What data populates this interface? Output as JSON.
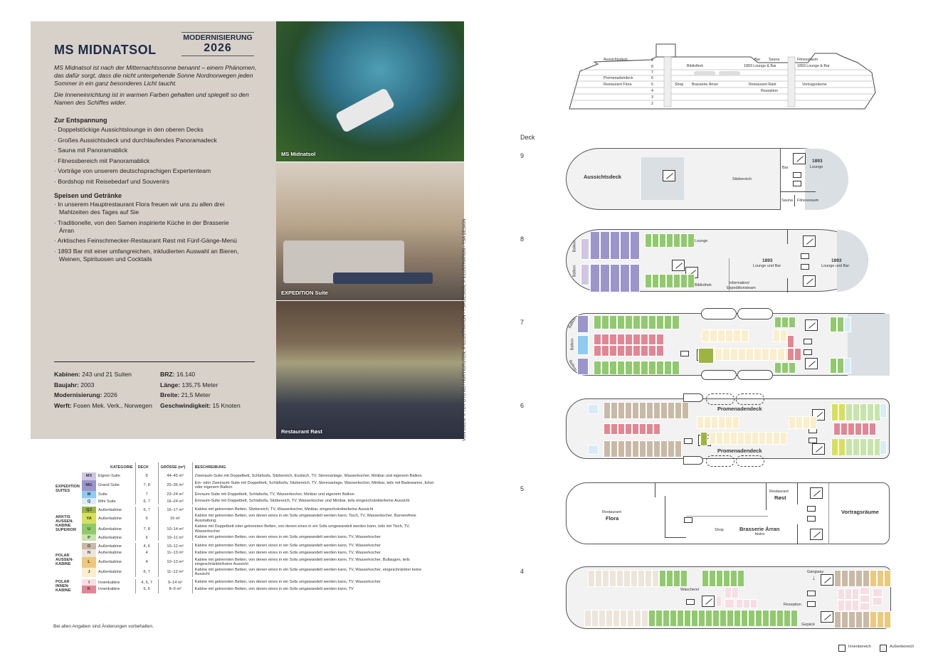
{
  "ship": {
    "title": "MS MIDNATSOL",
    "mod_label": "MODERNISIERUNG",
    "mod_year": "2026",
    "intro1": "MS Midnatsol ist nach der Mitternachtssonne benannt – einem Phänomen, das dafür sorgt, dass die nicht untergehende Sonne Nordnorwegen jeden Sommer in ein ganz besonderes Licht taucht.",
    "intro2": "Die Inneneinrichtung ist in warmen Farben gehalten und spiegelt so den Namen des Schiffes wider.",
    "relax_heading": "Zur Entspannung",
    "relax": [
      "Doppelstöckige Aussichtslounge in den oberen Decks",
      "Großes Aussichtsdeck und durchlaufendes Panoramadeck",
      "Sauna mit Panoramablick",
      "Fitnessbereich mit Panoramablick",
      "Vorträge von unserem deutschsprachigen Expertenteam",
      "Bordshop mit Reisebedarf und Souvenirs"
    ],
    "food_heading": "Speisen und Getränke",
    "food": [
      "In unserem Hauptrestaurant Flora freuen wir uns zu allen drei Mahlzeiten des Tages auf Sie",
      "Traditionelle, von den Samen inspirierte Küche in der Brasserie Árran",
      "Arktisches Feinschmecker-Restaurant Røst mit Fünf-Gänge-Menü",
      "1893 Bar mit einer umfangreichen, inkludierten Auswahl an Bieren, Weinen, Spirituosen und Cocktails"
    ],
    "facts_left": [
      {
        "k": "Kabinen:",
        "v": " 243 und 21 Suiten"
      },
      {
        "k": "Baujahr:",
        "v": " 2003"
      },
      {
        "k": "Modernisierung:",
        "v": " 2026"
      },
      {
        "k": "Werft:",
        "v": " Fosen Mek. Verk., Norwegen"
      }
    ],
    "facts_right": [
      {
        "k": "BRZ:",
        "v": " 16.140"
      },
      {
        "k": "Länge:",
        "v": " 135,75 Meter"
      },
      {
        "k": "Breite:",
        "v": " 21,5 Meter"
      },
      {
        "k": "Geschwindigkeit:",
        "v": " 15 Knoten"
      }
    ]
  },
  "photos": {
    "p1": "MS Midnatsol",
    "p2": "EXPEDITION Suite",
    "p3": "Restaurant Røst",
    "credit": "VON OBEN: © TD-FOTO AS / HURTIGRUTEN; © ILLUSTRATION - YSA DESIGN; © ILLUSTRATION - YSA DESIGN"
  },
  "table": {
    "headers": [
      "KATEGORIE",
      "DECK",
      "GRÖSSE (m²)",
      "BESCHREIBUNG"
    ],
    "groups": [
      "EXPEDITION SUITES",
      "ARKTIS AUSSEN-KABINE SUPERIOR",
      "POLAR AUSSEN-KABINE",
      "POLAR INNEN-KABINE"
    ],
    "rows": [
      {
        "code": "MX",
        "color": "#cfc7e2",
        "name": "Eigner-Suite",
        "deck": "8",
        "size": "44–45 m²",
        "desc": "Zweiraum-Suite mit Doppelbett, Schlafsofa, Sitzbereich, Esstisch, TV, Stereoanlage, Wasserkocher, Minibar und eigenem Balkon"
      },
      {
        "code": "MG",
        "color": "#9c95cb",
        "name": "Grand Suite",
        "deck": "7, 8",
        "size": "25–36 m²",
        "desc": "Ein- oder Zweiraum-Suite mit Doppelbett, Schlafsofa, Sitzbereich, TV, Stereoanlage, Wasserkocher, Minibar, teils mit Badewanne, Erker oder eigenem Balkon"
      },
      {
        "code": "M",
        "color": "#8fcaf0",
        "name": "Suite",
        "deck": "7",
        "size": "23–24 m²",
        "desc": "Einraum-Suite mit Doppelbett, Schlafsofa, TV, Wasserkocher, Minibar und eigenem Balkon"
      },
      {
        "code": "Q",
        "color": "#d8ebf8",
        "name": "Mini Suite",
        "deck": "6, 7",
        "size": "16–24 m²",
        "desc": "Einraum-Suite mit Doppelbett, Schlafsofa, Sitzbereich, TV, Wasserkocher und Minibar, teils eingeschränkte/keine Aussicht"
      },
      {
        "code": "QJ",
        "color": "#9db441",
        "name": "Außenkabine",
        "deck": "6, 7",
        "size": "16–17 m²",
        "desc": "Kabine mit getrennten Betten, Sitzbereich, TV, Wasserkocher, Minibar, eingeschränkte/keine Aussicht"
      },
      {
        "code": "YA",
        "color": "#d7e05d",
        "name": "Außenkabine",
        "deck": "6",
        "size": "16 m²",
        "desc": "Kabine mit getrennten Betten, von denen eines in ein Sofa umgewandelt werden kann, Tisch, TV, Wasserkocher. Barrierefreie Ausstattung."
      },
      {
        "code": "U",
        "color": "#90ca6d",
        "name": "Außenkabine",
        "deck": "7, 8",
        "size": "10–14 m²",
        "desc": "Kabine mit Doppelbett oder getrennten Betten, von denen eines in ein Sofa umgewandelt werden kann, teils mit Tisch, TV, Wasserkocher"
      },
      {
        "code": "P",
        "color": "#c7e4aa",
        "name": "Außenkabine",
        "deck": "6",
        "size": "10–11 m²",
        "desc": "Kabine mit getrennten Betten, von denen eines in ein Sofa umgewandelt werden kann, TV, Wasserkocher"
      },
      {
        "code": "O",
        "color": "#c9b9a6",
        "name": "Außenkabine",
        "deck": "4, 6",
        "size": "10–12 m²",
        "desc": "Kabine mit getrennten Betten, von denen eines in ein Sofa umgewandelt werden kann, TV, Wasserkocher"
      },
      {
        "code": "N",
        "color": "#ede5db",
        "name": "Außenkabine",
        "deck": "4",
        "size": "11–13 m²",
        "desc": "Kabine mit getrennten Betten, von denen eines in ein Sofa umgewandelt werden kann, TV, Wasserkocher"
      },
      {
        "code": "L",
        "color": "#edc97d",
        "name": "Außenkabine",
        "deck": "4",
        "size": "10–13 m²",
        "desc": "Kabine mit getrennten Betten, von denen eines in ein Sofa umgewandelt werden kann, TV, Wasserkocher, Bullaugen, teils eingeschränkte/keine Aussicht"
      },
      {
        "code": "J",
        "color": "#fbeeca",
        "name": "Außenkabine",
        "deck": "6, 7",
        "size": "11–12 m²",
        "desc": "Kabine mit getrennten Betten, von denen eines in ein Sofa umgewandelt werden kann, TV, Wasserkocher, eingeschränkte/ keine Aussicht"
      },
      {
        "code": "I",
        "color": "#f7dde4",
        "name": "Innenkabine",
        "deck": "4, 6, 7",
        "size": "9–14 m²",
        "desc": "Kabine mit getrennten Betten, von denen eines in ein Sofa umgewandelt werden kann, TV, Wasserkocher"
      },
      {
        "code": "K",
        "color": "#e38693",
        "name": "Innenkabine",
        "deck": "5, 6",
        "size": "8–9 m²",
        "desc": "Kabine mit getrennten Betten, von denen eines in ein Sofa umgewandelt werden kann, TV"
      }
    ],
    "footnote": "Bei allen Angaben sind Änderungen vorbehalten."
  },
  "side": {
    "decks": [
      "9",
      "8",
      "7",
      "6",
      "5",
      "4",
      "3",
      "2"
    ],
    "labels": {
      "aussichtsdeck": "Aussichtsdeck",
      "bibliothek": "Bibliothek",
      "bar": "Bar",
      "sauna": "Sauna",
      "fitness": "Fitnessraum",
      "lounge": "1893 Lounge & Bar",
      "lounge2": "1893 Lounge & Bar",
      "promenade": "Promenadendeck",
      "flora": "Restaurant Flora",
      "shop": "Shop",
      "arran": "Brasserie Árran",
      "rost": "Restaurant Røst",
      "vortrag": "Vortragsräume",
      "rezeption": "Rezeption"
    }
  },
  "plans": {
    "deck_label": "Deck",
    "numbers": [
      "9",
      "8",
      "7",
      "6",
      "5",
      "4"
    ],
    "d9": {
      "aussichtsdeck": "Aussichtsdeck",
      "sitz": "Sitzbereich",
      "bar": "Bar",
      "l1893": "1893",
      "lounge": "Lounge",
      "sauna": "Sauna",
      "fitness": "Fitnessraum"
    },
    "d8": {
      "balkon1": "Balkon",
      "balkon2": "Balkon",
      "lounge": "Lounge",
      "bibliothek": "Bibliothek",
      "info": "Information/",
      "expedition": "Expeditionsteam",
      "l1": "1893",
      "l1b": "Lounge und Bar",
      "l2": "1893",
      "l2b": "Lounge und Bar"
    },
    "d7": {
      "balkon1": "Balkon",
      "balkon2": "Balkon",
      "balkon3": "Balkon"
    },
    "d6": {
      "prom1": "Promenadendeck",
      "prom2": "Promenadendeck"
    },
    "d5": {
      "rest1": "Restaurant",
      "flora": "Flora",
      "rest2": "Restaurant",
      "rost": "Røst",
      "shop": "Shop",
      "arran": "Brasserie Árran",
      "bistro": "bistro",
      "vortrag": "Vortragsräume"
    },
    "d4": {
      "gangway": "Gangway",
      "waescherei": "Wäscherei",
      "rezeption": "Rezeption",
      "gepaeck": "Gepäck"
    },
    "legend": {
      "inner": "Innenbereich",
      "outer": "Außenbereich"
    }
  }
}
